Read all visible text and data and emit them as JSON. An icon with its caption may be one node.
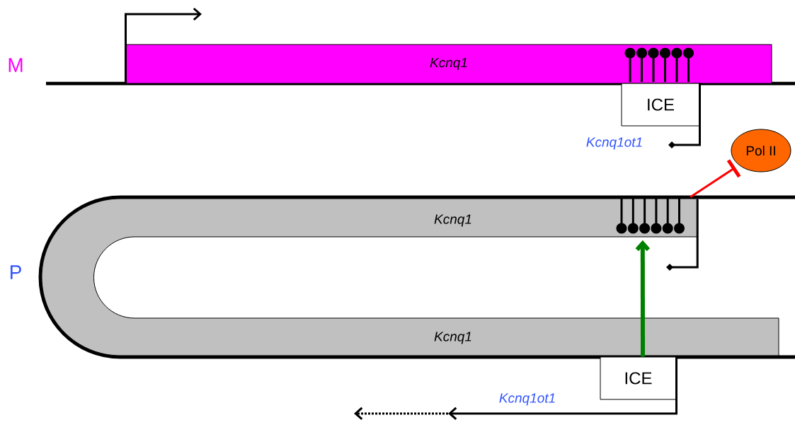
{
  "diagram": {
    "nodes": [
      {
        "text": [
          "Kcnq1"
        ]
      },
      {
        "text": [
          "ICE"
        ]
      },
      {
        "text": [
          "Pol II"
        ]
      },
      {
        "text": [
          "Kcnq1",
          "Kcnq1"
        ]
      },
      {
        "text": [
          "ICE"
        ]
      }
    ],
    "edges": [
      {
        "from": 0,
        "to": null,
        "arrow": "to"
      },
      {
        "from": 1,
        "to": null,
        "arrow": "other",
        "label": "Kcnq1ot1"
      },
      {
        "from": 3,
        "to": 2,
        "arrow": "other",
        "color": "#ff0000"
      },
      {
        "from": 3,
        "to": null,
        "arrow": "other"
      },
      {
        "from": 4,
        "to": 3,
        "arrow": "to",
        "style": "thick",
        "color": "#008000"
      },
      {
        "from": 4,
        "to": null,
        "arrow": "to",
        "label": "Kcnq1ot1"
      }
    ],
    "labels": [
      "M",
      "P"
    ]
  }
}
